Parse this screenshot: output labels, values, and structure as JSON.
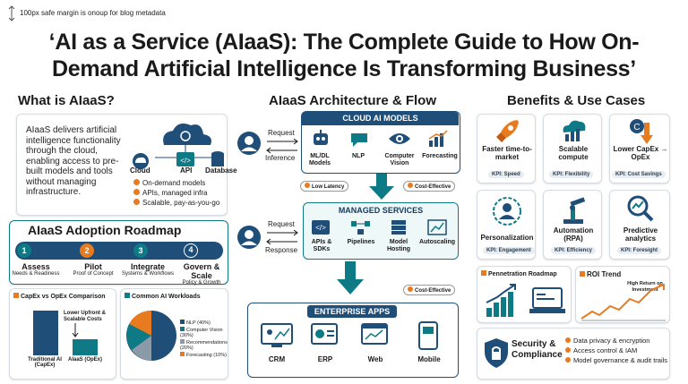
{
  "meta_note": "100px safe margin is onoup for blog metadata",
  "title_line1": "‘AI as a Service (AIaaS): The Complete Guide to How On-",
  "title_line2": "Demand Artificial Intelligence Is Transforming Business’",
  "what": {
    "heading": "What is AIaaS?",
    "body": "AIaaS delivers artificial intelligence functionality through the cloud, enabling access to pre-built models and tools without managing infrastructure.",
    "labels": [
      "Cloud",
      "API",
      "Database"
    ],
    "bullets": [
      "On-demand models",
      "APIs, managed infra",
      "Scalable, pay-as-you-go"
    ]
  },
  "roadmap": {
    "heading": "AIaaS Adoption Roadmap",
    "steps": [
      {
        "num": "1",
        "title": "Assess",
        "sub": "Needs & Readiness"
      },
      {
        "num": "2",
        "title": "Pilot",
        "sub": "Proof of Concept"
      },
      {
        "num": "3",
        "title": "Integrate",
        "sub": "Systems & Workflows"
      },
      {
        "num": "4",
        "title": "Govern & Scale",
        "sub": "Policy & Growth"
      }
    ]
  },
  "capex": {
    "title": "CapEx vs OpEx Comparison",
    "annotation": "Lower Upfront & Scalable Costs",
    "bar1": "Traditional AI (CapEx)",
    "bar2": "AIaaS (OpEx)"
  },
  "workloads": {
    "title": "Common AI Workloads",
    "legend": [
      "NLP (40%)",
      "Computer Vision (30%)",
      "Recommendations (20%)",
      "Forecasting (10%)"
    ]
  },
  "architecture": {
    "heading": "AIaaS Architecture & Flow",
    "request1": "Request",
    "inference": "Inference",
    "request2": "Request",
    "response": "Response",
    "cloud_title": "CLOUD AI MODELS",
    "cloud_items": [
      "ML/DL Models",
      "NLP",
      "Computer Vision",
      "Forecasting"
    ],
    "low_latency": "Low Latency",
    "cost_effective1": "Cost-Effective",
    "managed_title": "MANAGED SERVICES",
    "managed_items": [
      "APIs & SDKs",
      "Pipelines",
      "Model Hosting",
      "Autoscaling"
    ],
    "cost_effective2": "Cost-Effective",
    "enterprise_title": "ENTERPRISE APPS",
    "enterprise_items": [
      "CRM",
      "ERP",
      "Web",
      "Mobile"
    ]
  },
  "benefits": {
    "heading": "Benefits & Use Cases",
    "cards": [
      {
        "title": "Faster time-to-market",
        "kpi": "KPI: Speed"
      },
      {
        "title": "Scalable compute",
        "kpi": "KPI: Flexibility"
      },
      {
        "title": "Lower CapEx → OpEx",
        "kpi": "KPI: Cost Savings"
      },
      {
        "title": "Personalization",
        "kpi": "KPI: Engagement"
      },
      {
        "title": "Automation (RPA)",
        "kpi": "KPI: Efficiency"
      },
      {
        "title": "Predictive analytics",
        "kpi": "KPI: Foresight"
      }
    ],
    "penetration": "Pennetration Roadmap",
    "roi_title": "ROI Trend",
    "roi_note": "High Return on Investment",
    "security_title": "Security & Compliance",
    "security_items": [
      "Data privacy & encryption",
      "Access control & IAM",
      "Model governance & audit trails"
    ]
  },
  "colors": {
    "teal": "#0e7a86",
    "navy": "#153a5b",
    "orange": "#e87a1f"
  }
}
